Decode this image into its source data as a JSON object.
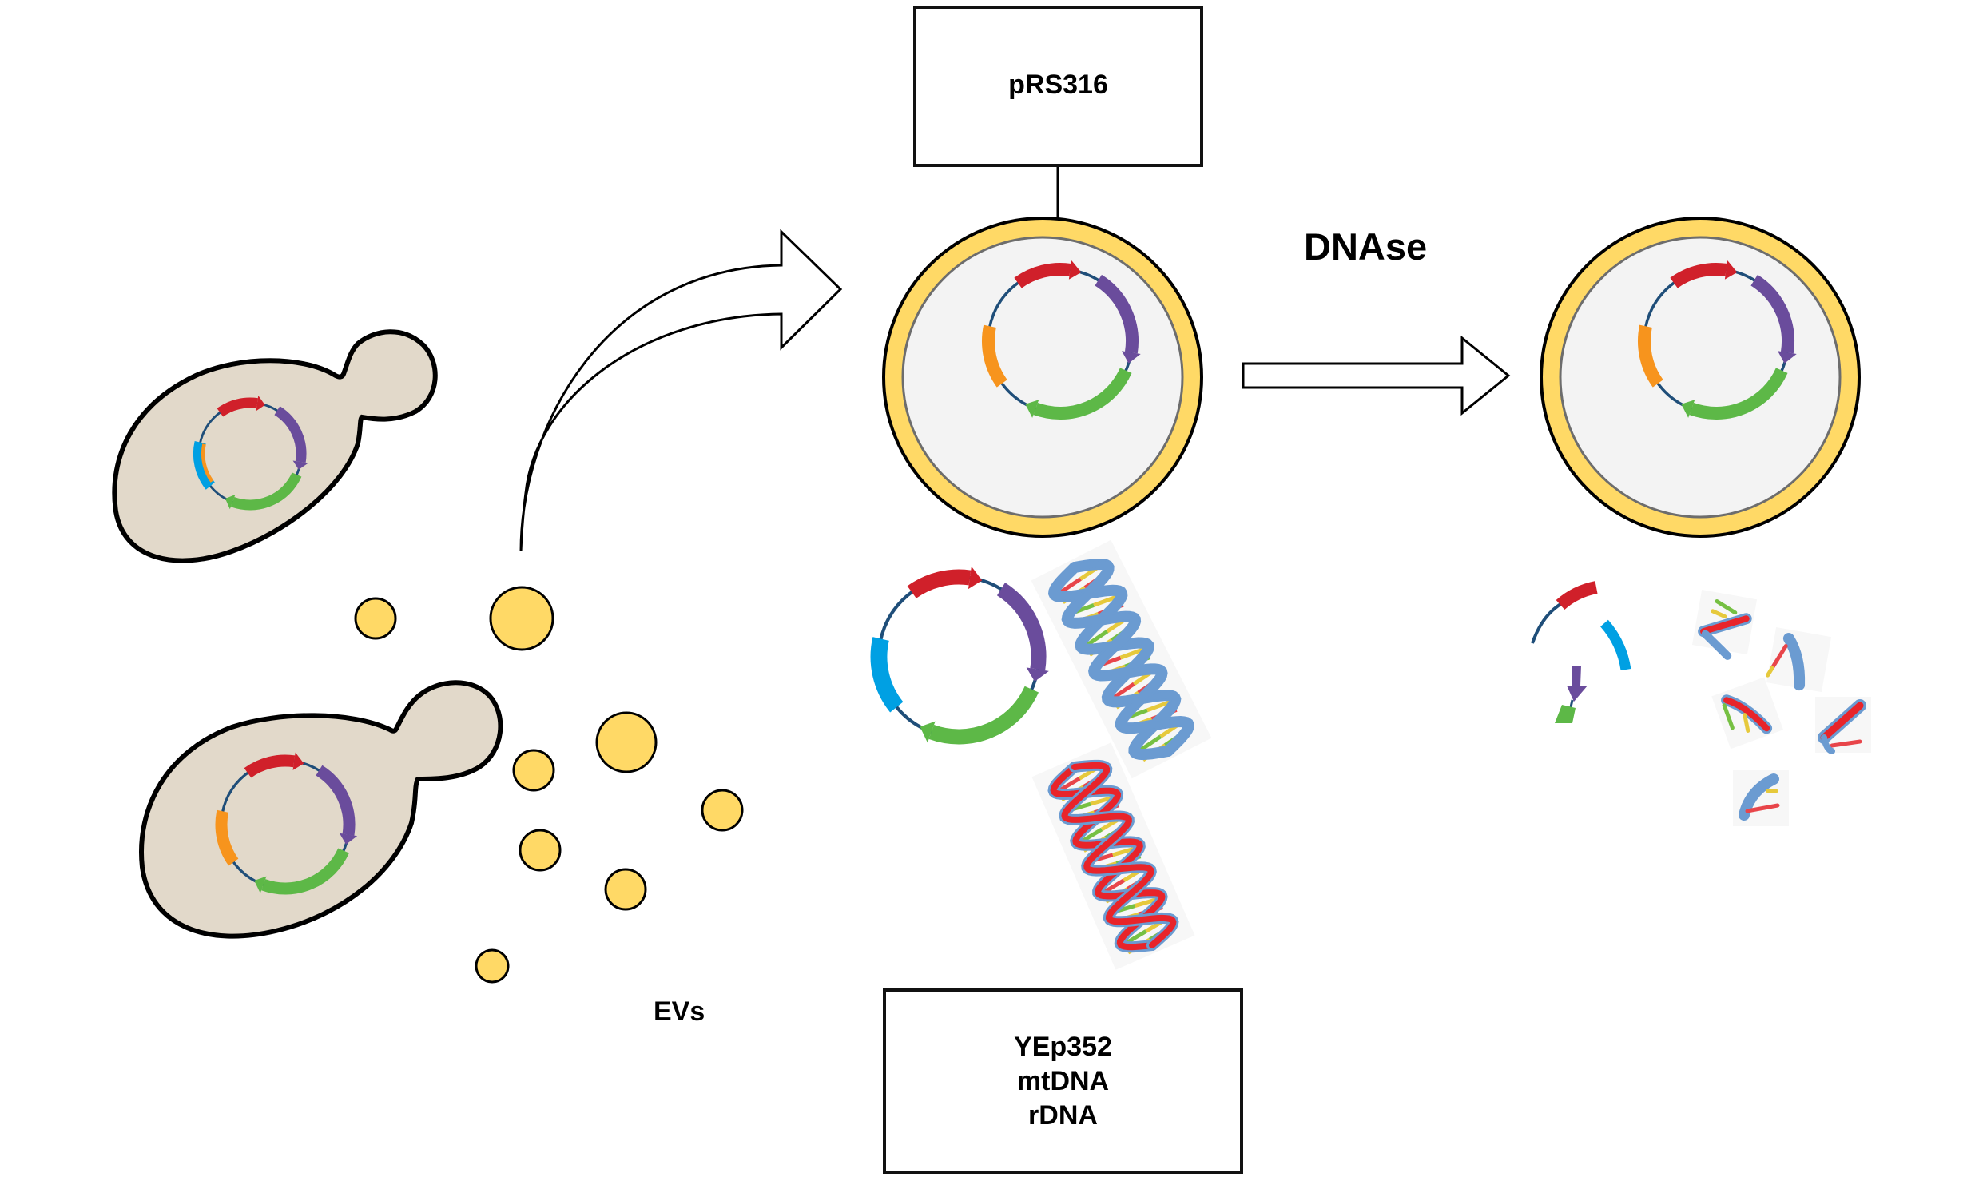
{
  "figure": {
    "type": "schematic",
    "labels": {
      "top_box": "pRS316",
      "bottom_box_lines": [
        "YEp352",
        "mtDNA",
        "rDNA"
      ],
      "treatment": "DNAse",
      "vesicles": "EVs"
    },
    "colors": {
      "ev_fill": "#ffd966",
      "ev_lumen": "#f3f3f3",
      "ev_membrane_inner": "#6d6d6d",
      "cell_fill": "#e2d9ca",
      "outline": "#000000",
      "plasmid_backbone": "#1f4e79",
      "gene_red": "#d0202a",
      "gene_purple": "#6a4c9c",
      "gene_green": "#5db847",
      "gene_orange": "#f7941d",
      "gene_blue": "#00a0e3",
      "dna_strand": "#6b9bd1",
      "dna_strand_alt": "#e8242a",
      "base_green": "#76c043",
      "base_yellow": "#e6c93c",
      "base_red": "#e8454a"
    },
    "elements": {
      "yeast_cells": 2,
      "free_vesicles": 8,
      "intact_ev_with_plasmid": 2,
      "free_plasmid": 1,
      "free_dna_helices": 2,
      "degraded_fragments": true
    }
  }
}
